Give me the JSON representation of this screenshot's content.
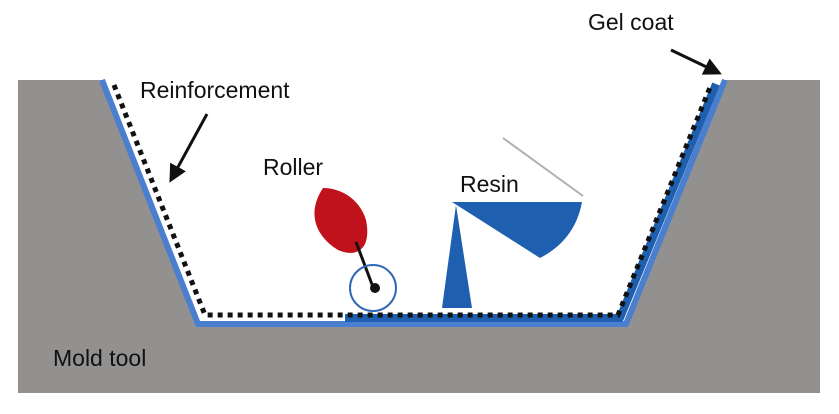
{
  "labels": {
    "gel_coat": "Gel coat",
    "reinforcement": "Reinforcement",
    "roller": "Roller",
    "resin": "Resin",
    "mold_tool": "Mold tool"
  },
  "colors": {
    "mold": "#939090",
    "gel_coat": "#4a7fd0",
    "reinforcement_dots": "#111111",
    "resin": "#1f5fb0",
    "roller_handle": "#c0121a",
    "roller_ring": "#2f69b8",
    "background": "#ffffff"
  },
  "icons": {
    "roller": "hand-roller-icon",
    "resin_bucket": "resin-bucket-icon"
  }
}
